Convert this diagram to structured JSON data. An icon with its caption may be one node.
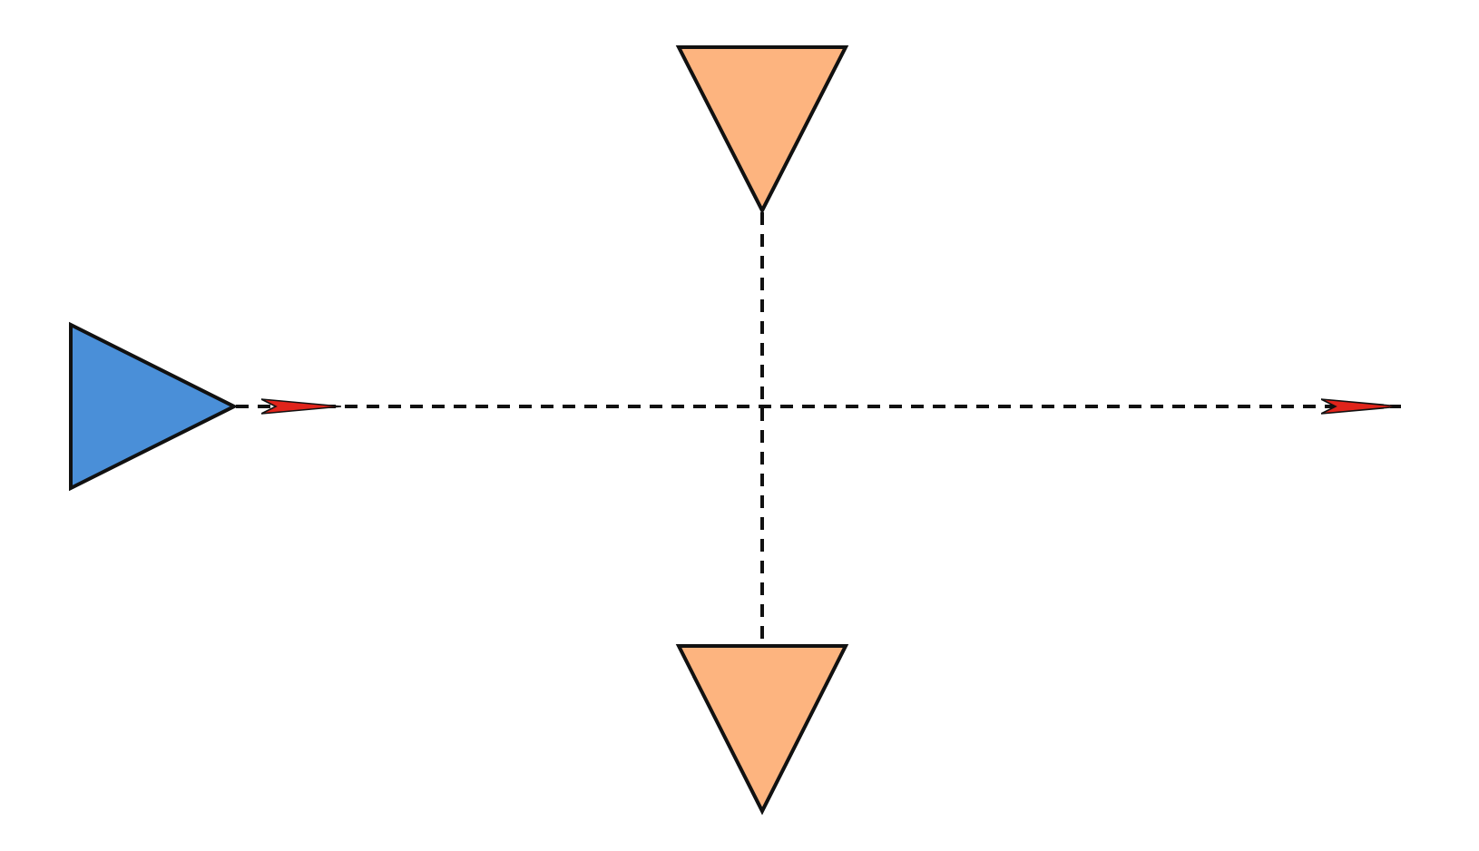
{
  "diagram": {
    "nodes": [
      {
        "text": [],
        "shape": "triangle"
      },
      {
        "text": [],
        "shape": "triangle"
      },
      {
        "text": [],
        "shape": "triangle"
      }
    ],
    "edges": [
      {
        "from": 0,
        "to": null,
        "arrow": "to",
        "style": "dashed"
      },
      {
        "from": 1,
        "to": 2,
        "arrow": "none",
        "style": "dashed"
      }
    ]
  }
}
